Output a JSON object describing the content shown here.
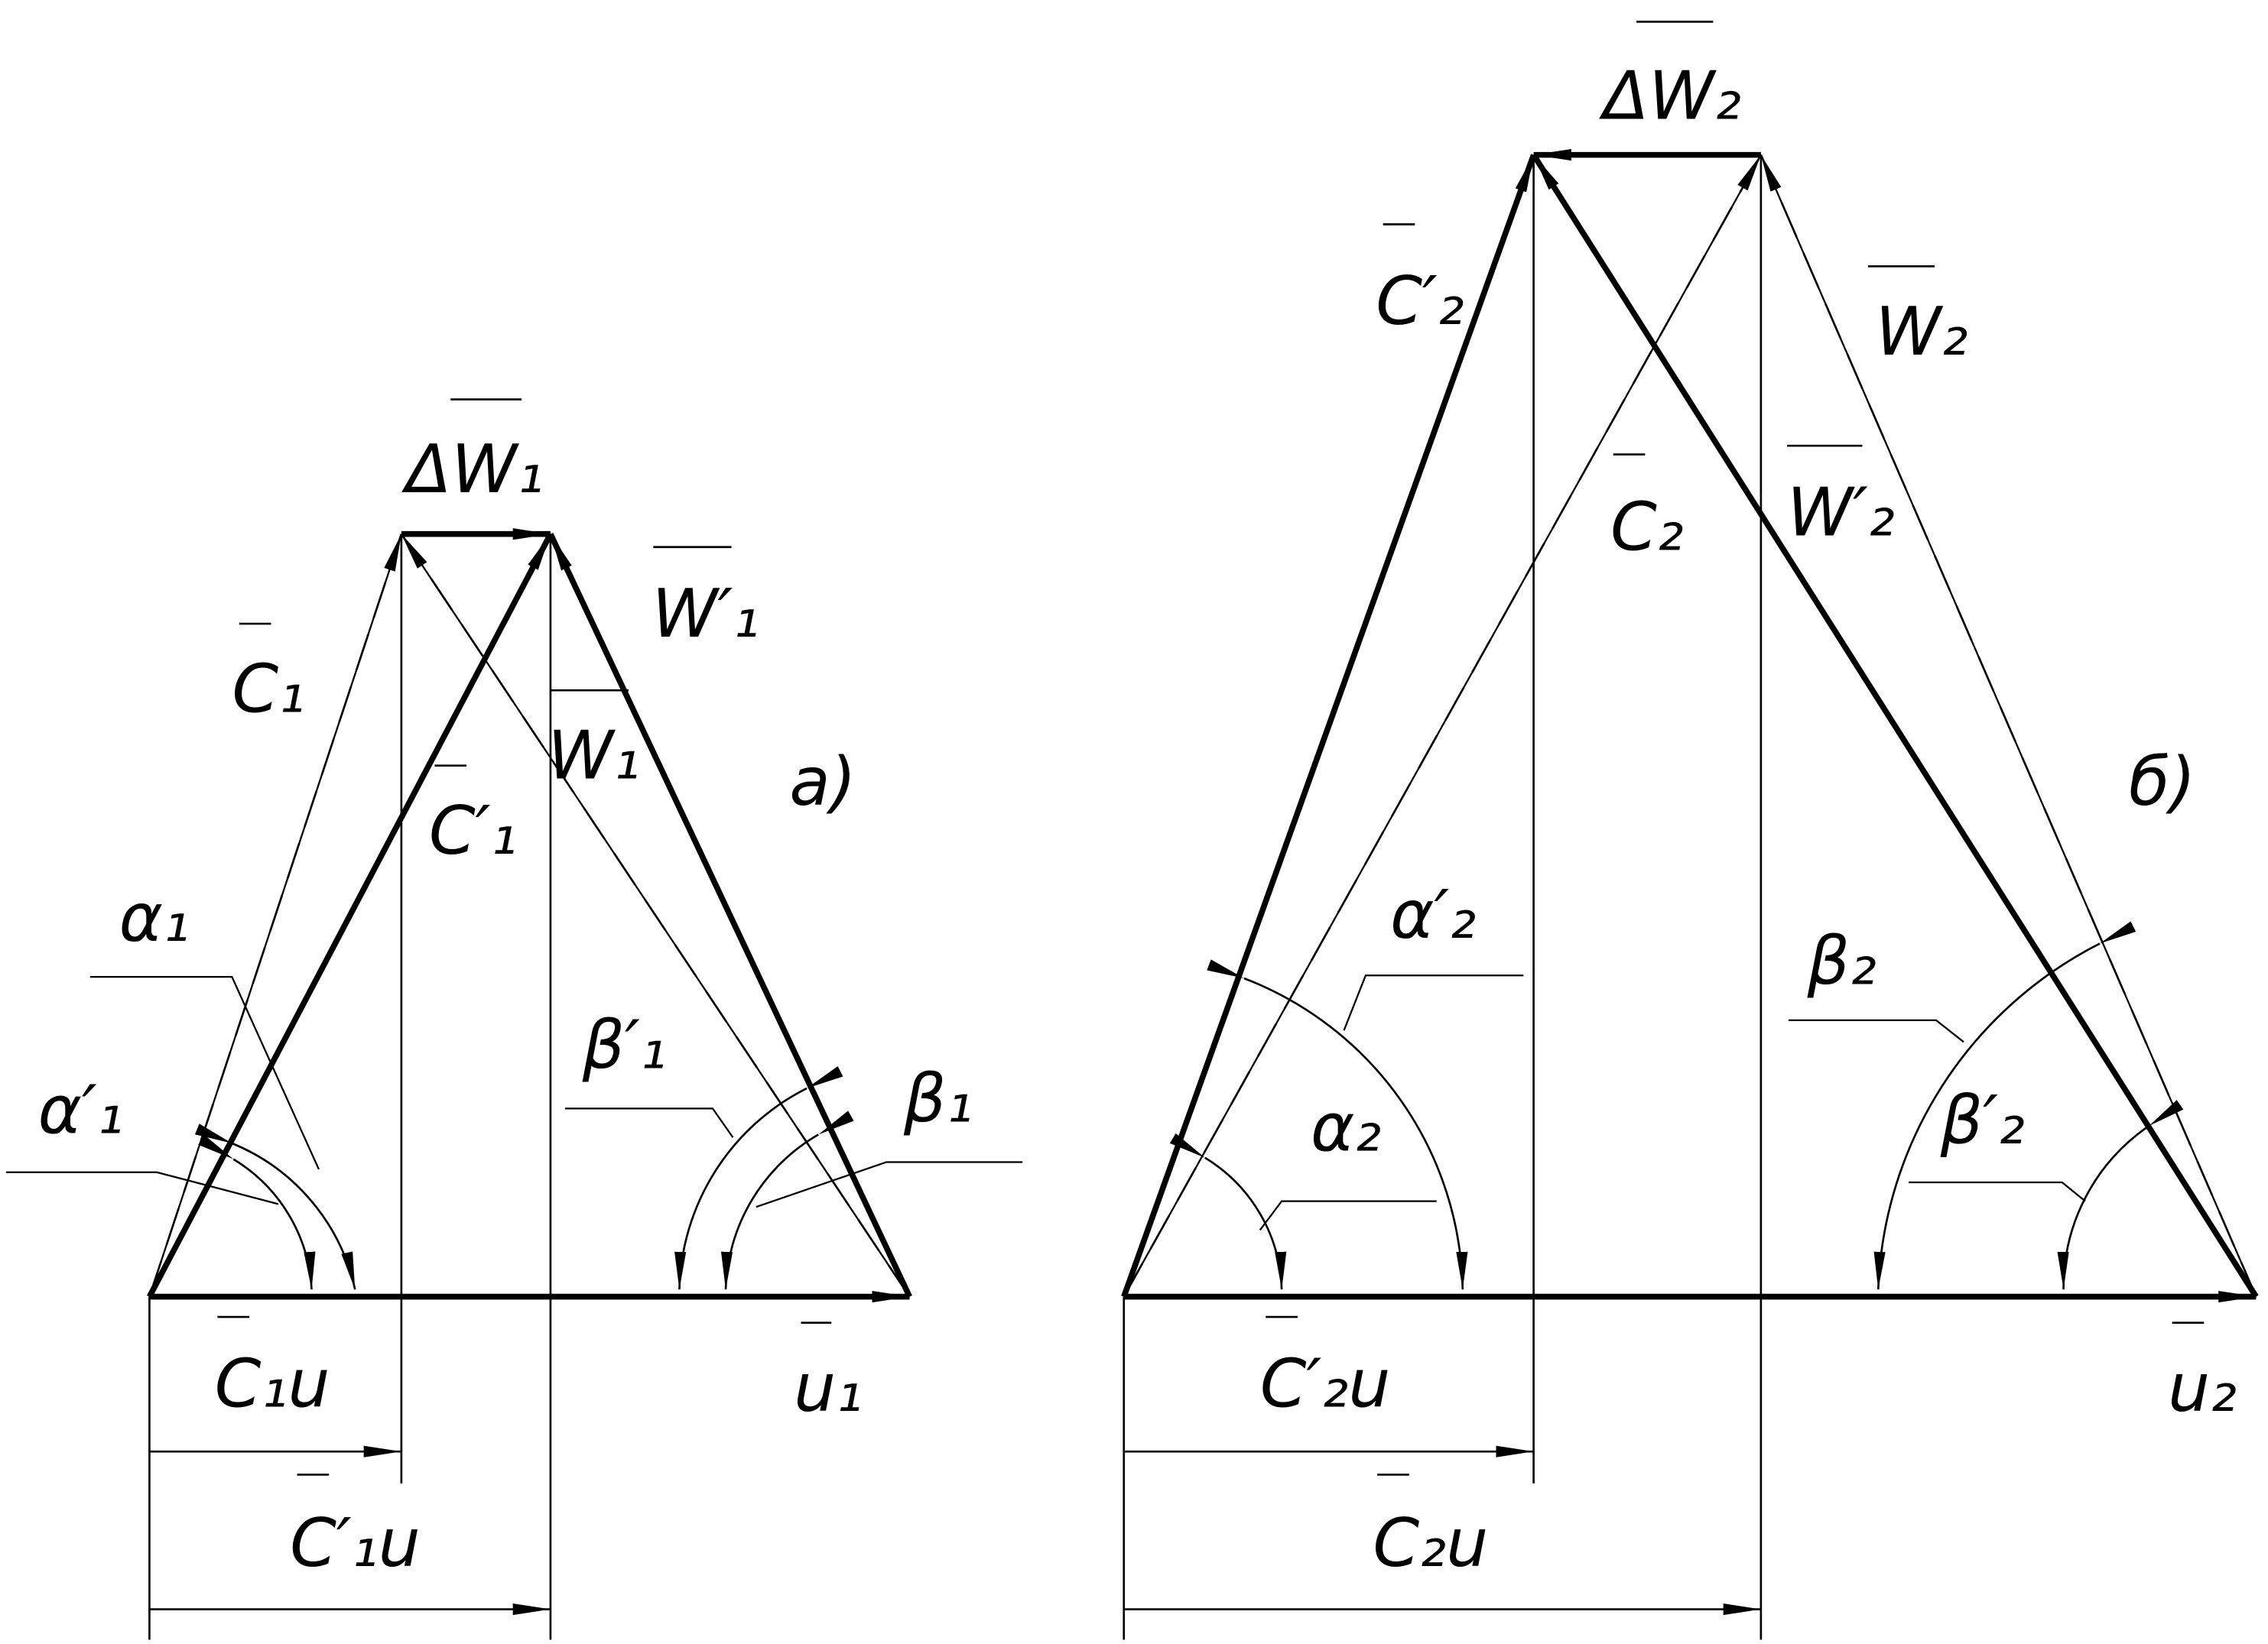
{
  "colors": {
    "ink": "#000000",
    "paper": "#ffffff"
  },
  "diagram_a": {
    "panel_label": "а)",
    "vectors": {
      "delta_w": "ΔW₁",
      "w_prime": "W′₁",
      "w": "W₁",
      "c": "C₁",
      "c_prime": "C′₁",
      "u": "u₁"
    },
    "components": {
      "c_u": "C₁u",
      "c_prime_u": "C′₁u"
    },
    "angles": {
      "alpha": "α₁",
      "alpha_prime": "α′₁",
      "beta": "β₁",
      "beta_prime": "β′₁"
    }
  },
  "diagram_b": {
    "panel_label": "б)",
    "vectors": {
      "delta_w": "ΔW₂",
      "w": "W₂",
      "w_prime": "W′₂",
      "c": "C₂",
      "c_prime": "C′₂",
      "u": "u₂"
    },
    "components": {
      "c_prime_u": "C′₂u",
      "c_u": "C₂u"
    },
    "angles": {
      "alpha": "α₂",
      "alpha_prime": "α′₂",
      "beta": "β₂",
      "beta_prime": "β′₂"
    }
  }
}
